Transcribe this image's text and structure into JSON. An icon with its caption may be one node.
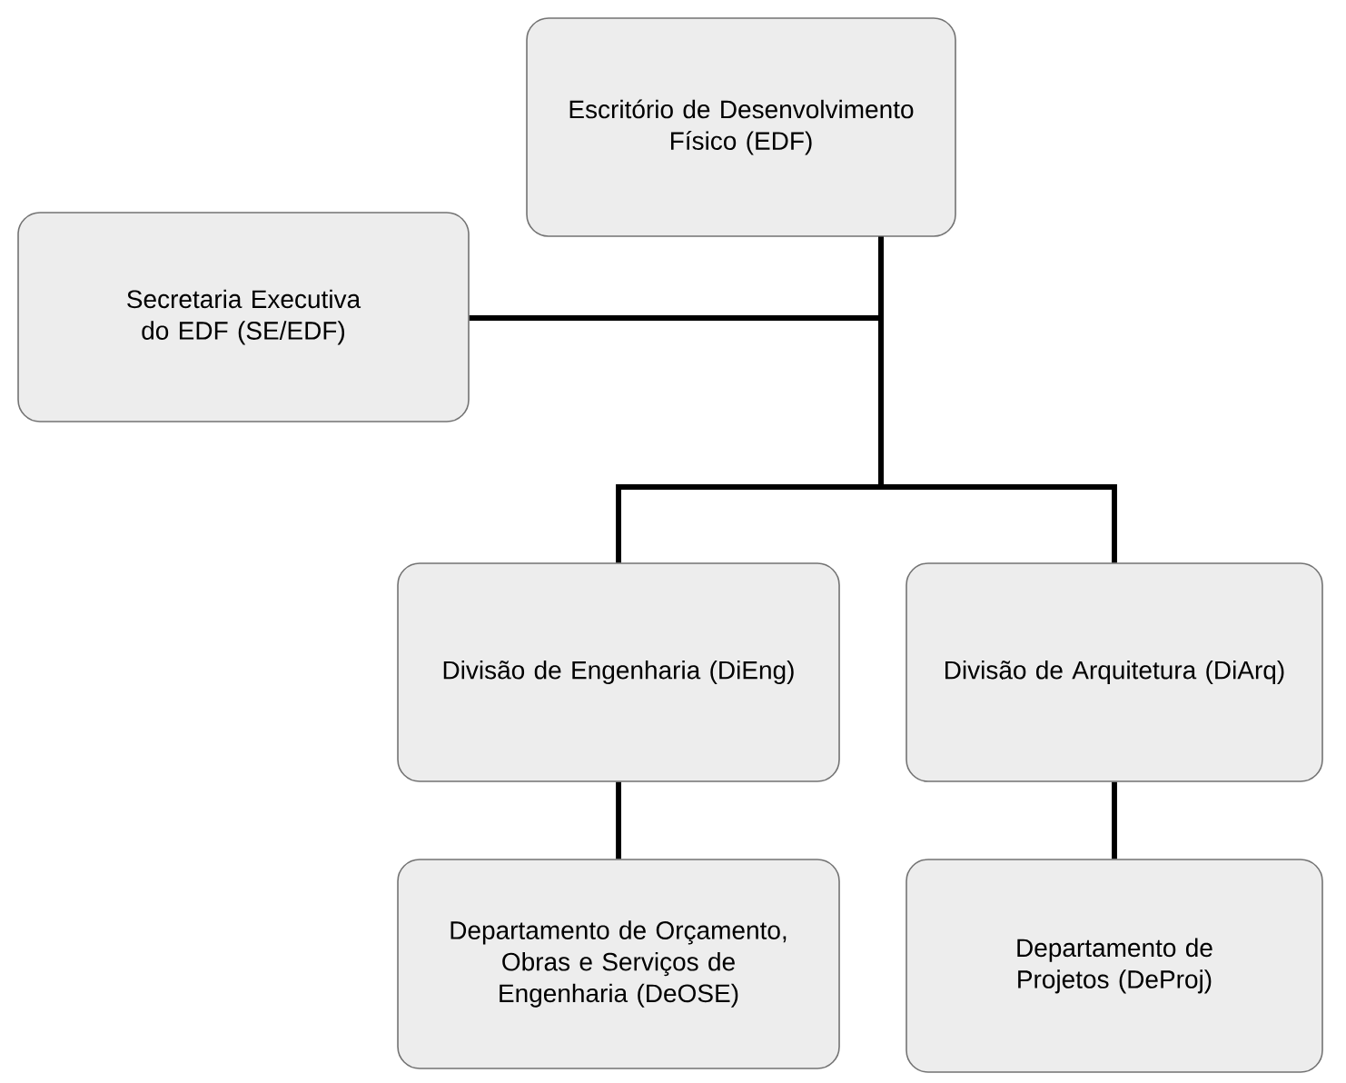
{
  "diagram": {
    "nodes": [
      {
        "text": [
          "Escritório de Desenvolvimento Físico (EDF)"
        ]
      },
      {
        "text": [
          "Secretaria Executiva do EDF (SE/EDF)"
        ]
      },
      {
        "text": [
          "Divisão de Engenharia (DiEng)"
        ]
      },
      {
        "text": [
          "Divisão de Arquitetura (DiArq)"
        ]
      },
      {
        "text": [
          "Departamento de Orçamento, Obras e Serviços de Engenharia (DeOSE)"
        ]
      },
      {
        "text": [
          "Departamento de Projetos (DeProj)"
        ]
      }
    ],
    "edges": [
      {
        "from": 0,
        "to": 1,
        "arrow": "none"
      },
      {
        "from": 0,
        "to": 2,
        "arrow": "none"
      },
      {
        "from": 0,
        "to": 3,
        "arrow": "none"
      },
      {
        "from": 2,
        "to": 4,
        "arrow": "none"
      },
      {
        "from": 3,
        "to": 5,
        "arrow": "none"
      }
    ]
  }
}
